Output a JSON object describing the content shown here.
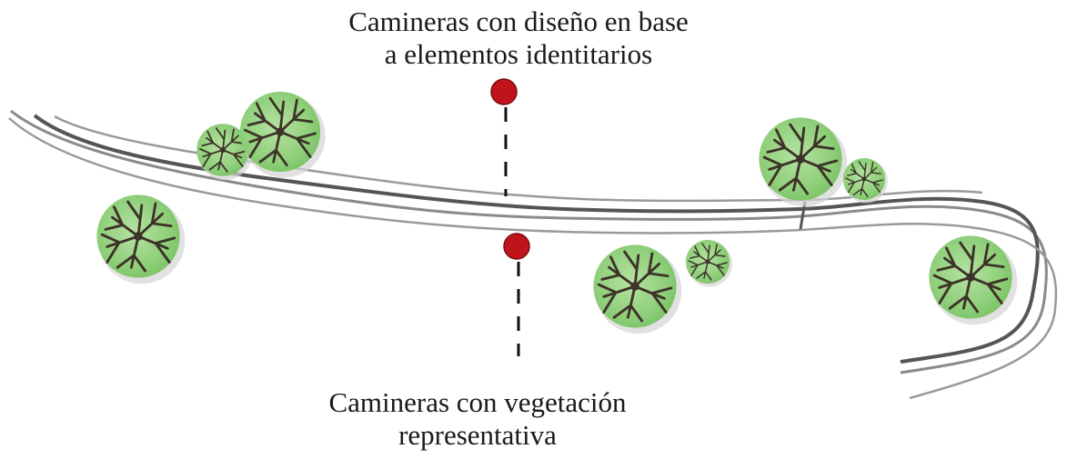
{
  "annotations": {
    "top": {
      "line1": "Camineras con diseño en base",
      "line2": "a elementos identitarios",
      "marker_color": "#c0141c"
    },
    "bottom": {
      "line1": "Camineras con vegetación",
      "line2": "representativa",
      "marker_color": "#c0141c"
    }
  },
  "colors": {
    "path_dark": "#555555",
    "path_light": "#9a9a9a",
    "tree_fill": "#8fcf7a",
    "tree_fill_light": "#b6e2a3",
    "tree_branch": "#3d3328",
    "tree_shadow": "#c9c9c9"
  }
}
